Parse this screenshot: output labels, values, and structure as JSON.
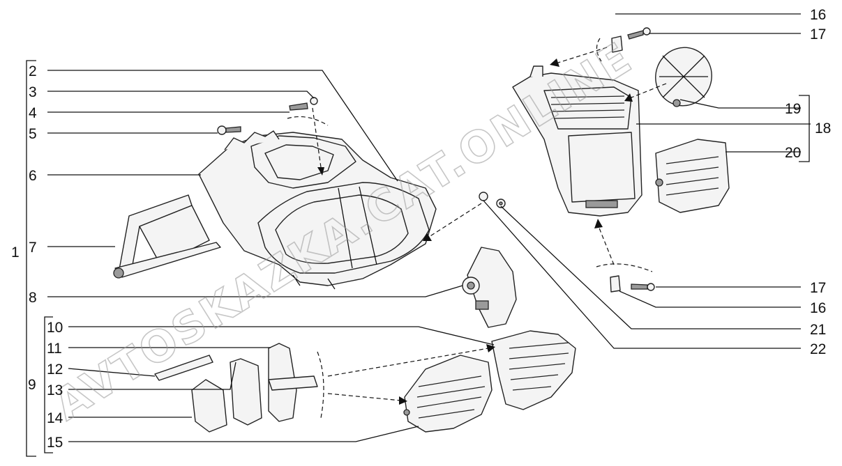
{
  "callouts": [
    {
      "id": "1",
      "label": "1"
    },
    {
      "id": "2",
      "label": "2"
    },
    {
      "id": "3",
      "label": "3"
    },
    {
      "id": "4",
      "label": "4"
    },
    {
      "id": "5",
      "label": "5"
    },
    {
      "id": "6",
      "label": "6"
    },
    {
      "id": "7",
      "label": "7"
    },
    {
      "id": "8",
      "label": "8"
    },
    {
      "id": "9",
      "label": "9"
    },
    {
      "id": "10",
      "label": "10"
    },
    {
      "id": "11",
      "label": "11"
    },
    {
      "id": "12",
      "label": "12"
    },
    {
      "id": "13",
      "label": "13"
    },
    {
      "id": "14",
      "label": "14"
    },
    {
      "id": "15",
      "label": "15"
    },
    {
      "id": "16a",
      "label": "16"
    },
    {
      "id": "17a",
      "label": "17"
    },
    {
      "id": "18",
      "label": "18"
    },
    {
      "id": "19",
      "label": "19"
    },
    {
      "id": "20",
      "label": "20"
    },
    {
      "id": "17b",
      "label": "17"
    },
    {
      "id": "16b",
      "label": "16"
    },
    {
      "id": "21",
      "label": "21"
    },
    {
      "id": "22",
      "label": "22"
    }
  ],
  "watermark": "AVTOSKAZKA.CAT.ONLINE"
}
